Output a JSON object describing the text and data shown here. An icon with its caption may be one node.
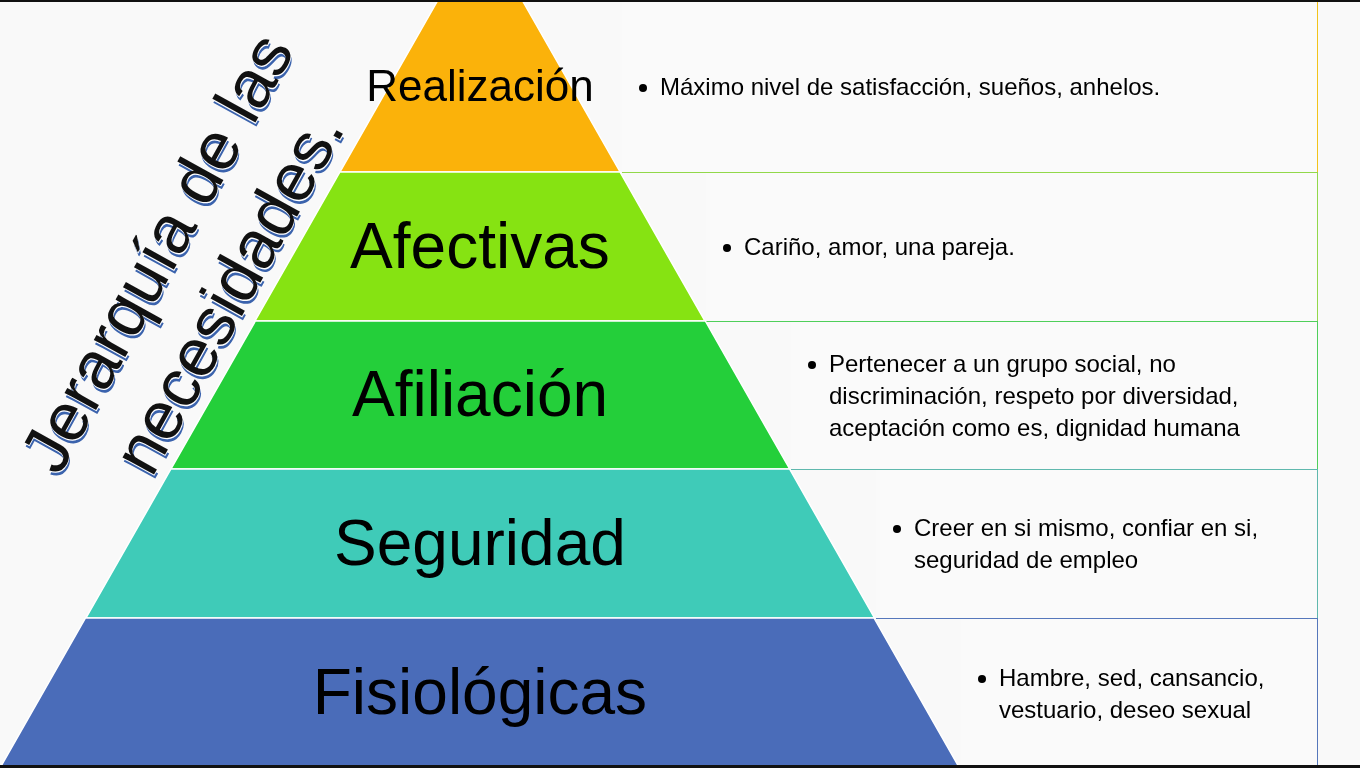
{
  "diagram": {
    "title": "Jerarquía de las necesidades.",
    "nodes": [
      {
        "text": [
          "Realización"
        ]
      },
      {
        "text": [
          "Máximo nivel de satisfacción, sueños, anhelos."
        ]
      },
      {
        "text": [
          "Afectivas"
        ]
      },
      {
        "text": [
          "Cariño, amor, una pareja."
        ]
      },
      {
        "text": [
          "Afiliación"
        ]
      },
      {
        "text": [
          "Pertenecer a un grupo social, no discriminación, respeto por diversidad, aceptación como es, dignidad humana"
        ]
      },
      {
        "text": [
          "Seguridad"
        ]
      },
      {
        "text": [
          "Creer en si mismo, confiar en si, seguridad de empleo"
        ]
      },
      {
        "text": [
          "Fisiológicas"
        ]
      },
      {
        "text": [
          "Hambre, sed, cansancio, vestuario, deseo sexual"
        ]
      }
    ]
  }
}
